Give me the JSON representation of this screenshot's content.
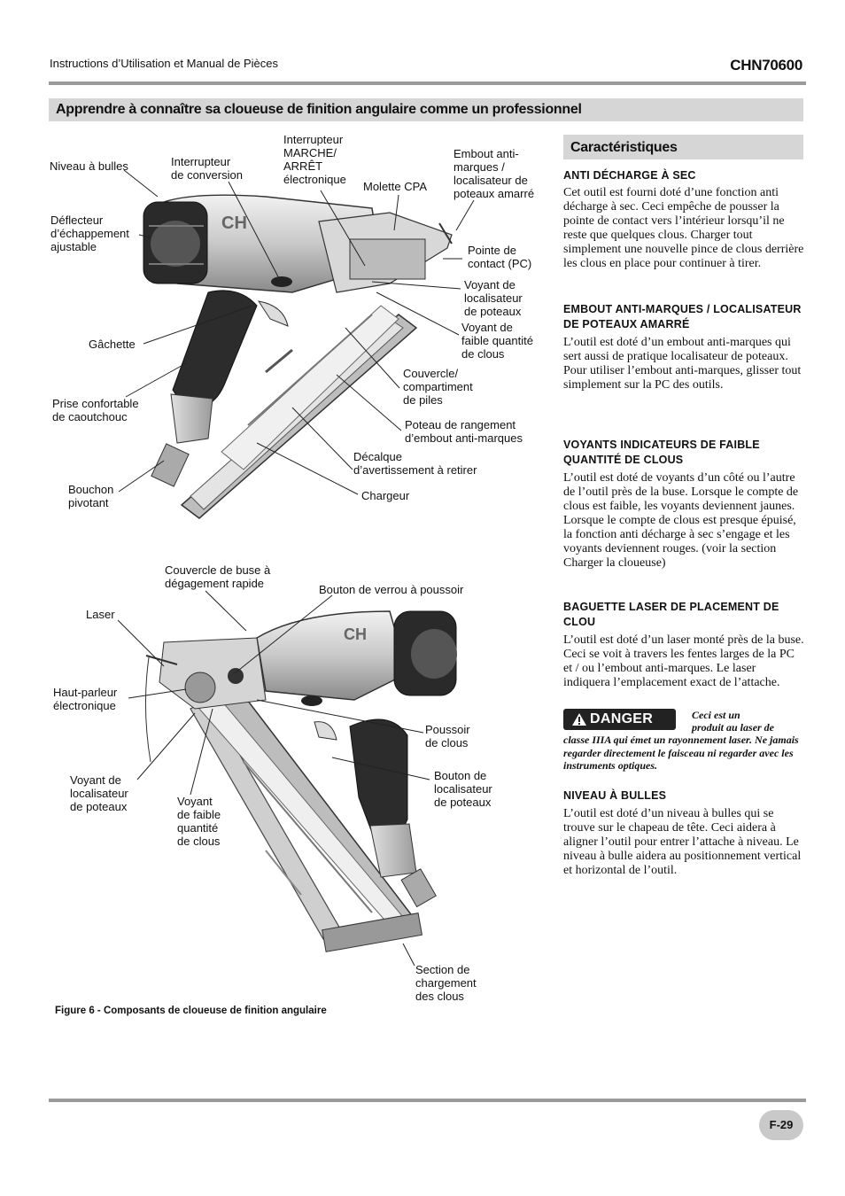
{
  "header": {
    "left_text": "Instructions d’Utilisation et Manual de Pièces",
    "model": "CHN70600"
  },
  "page_title": "Apprendre à connaître sa cloueuse de finition angulaire comme un professionnel",
  "figure": {
    "caption": "Figure 6 - Composants de cloueuse de finition angulaire",
    "top_labels": {
      "niveau": "Niveau à bulles",
      "interrupteur_conversion": "Interrupteur\nde conversion",
      "interrupteur_marche": "Interrupteur\nMARCHE/\nARRÊT\nélectronique",
      "molette": "Molette CPA",
      "embout": "Embout anti-\nmarques /\nlocalisateur de\npoteaux amarré",
      "deflecteur": "Déflecteur\nd’échappement\najustable",
      "pointe": "Pointe de\ncontact (PC)",
      "voyant_localisateur": "Voyant de\nlocalisateur\nde poteaux",
      "voyant_faible": "Voyant de\nfaible quantité\nde clous",
      "gachette": "Gâchette",
      "couvercle_piles": "Couvercle/\ncompartiment\nde piles",
      "prise": "Prise confortable\nde caoutchouc",
      "poteau_rangement": "Poteau de rangement\nd’embout anti-marques",
      "decalque": "Décalque\nd’avertissement à retirer",
      "bouchon": "Bouchon\npivotant",
      "chargeur": "Chargeur"
    },
    "bottom_labels": {
      "couvercle_buse": "Couvercle de buse à\ndégagement rapide",
      "bouton_verrou": "Bouton de verrou à poussoir",
      "laser": "Laser",
      "haut_parleur": "Haut-parleur\nélectronique",
      "poussoir": "Poussoir\nde clous",
      "voyant_localisateur": "Voyant de\nlocalisateur\nde poteaux",
      "voyant_faible": "Voyant\nde faible\nquantité\nde clous",
      "bouton_localisateur": "Bouton de\nlocalisateur\nde poteaux",
      "section_chargement": "Section de\nchargement\ndes clous"
    }
  },
  "features": {
    "heading": "Caractéristiques",
    "sections": [
      {
        "title": "ANTI DÉCHARGE À SEC",
        "body": "Cet outil est fourni doté d’une fonction anti décharge à sec. Ceci empêche de pousser la pointe de contact vers l’intérieur lorsqu’il ne reste que quelques clous. Charger tout simplement une nouvelle pince de clous derrière les clous en place pour continuer à tirer."
      },
      {
        "title": "EMBOUT ANTI-MARQUES / LOCALISATEUR DE POTEAUX AMARRÉ",
        "body": "L’outil est doté d’un embout anti-marques qui sert aussi de pratique localisateur de poteaux. Pour utiliser l’embout anti-marques, glisser tout simplement sur la PC des outils."
      },
      {
        "title": "VOYANTS INDICATEURS DE FAIBLE QUANTITÉ DE CLOUS",
        "body": "L’outil est doté de voyants d’un côté ou l’autre de l’outil près de la buse. Lorsque le compte de clous est faible, les voyants deviennent jaunes. Lorsque le compte de clous est presque épuisé, la fonction anti décharge à sec s’engage et les voyants deviennent rouges. (voir la section Charger la cloueuse)"
      },
      {
        "title": "BAGUETTE LASER DE PLACEMENT DE CLOU",
        "body": "L’outil est doté d’un laser monté près de la buse. Ceci se voit à travers les fentes larges de la PC et / ou l’embout anti-marques. Le laser indiquera l’emplacement exact de l’attache."
      },
      {
        "title": "NIVEAU À BULLES",
        "body": "L’outil est doté d’un niveau à bulles qui se trouve sur le chapeau de tête. Ceci aidera à aligner l’outil pour entrer l’attache à niveau. Le niveau à bulle aidera au positionnement vertical et horizontal de l’outil."
      }
    ],
    "danger": {
      "badge": "DANGER",
      "line1": "Ceci est un",
      "line2": "produit au laser de",
      "rest": "classe IIIA qui émet un rayonnement laser. Ne jamais regarder directement le faisceau ni regarder avec les instruments optiques."
    }
  },
  "footer": {
    "page_number": "F-29"
  }
}
